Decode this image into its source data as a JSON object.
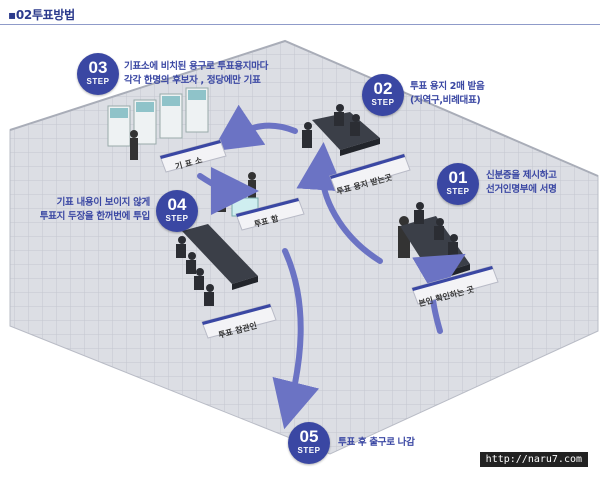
{
  "header": {
    "title": "02투표방법"
  },
  "steps": [
    {
      "num": "01",
      "label": "STEP",
      "lines": [
        "신분증을 제시하고",
        "선거인명부에 서명"
      ]
    },
    {
      "num": "02",
      "label": "STEP",
      "lines": [
        "투표 용지 2매 받음",
        "(지역구,비례대표)"
      ]
    },
    {
      "num": "03",
      "label": "STEP",
      "lines": [
        "기표소에 비치된 용구로 투표용지마다",
        "각각 한명의 후보자 , 정당에만 기표"
      ]
    },
    {
      "num": "04",
      "label": "STEP",
      "lines": [
        "기표 내용이 보이지 않게",
        "투표지 두장을 한꺼번에 투입"
      ]
    },
    {
      "num": "05",
      "label": "STEP",
      "lines": [
        "투표 후 출구로 나감"
      ]
    }
  ],
  "signs": {
    "identity": "본인 확인하는 곳",
    "ballot": "투표 용지 받는곳",
    "booth": "기 표 소",
    "box": "투표 함",
    "observer": "투표 참관인"
  },
  "watermark": "http://naru7.com",
  "colors": {
    "accent": "#3a47a3",
    "arrow": "#6b73c4",
    "floor": "#d9dbe1"
  }
}
